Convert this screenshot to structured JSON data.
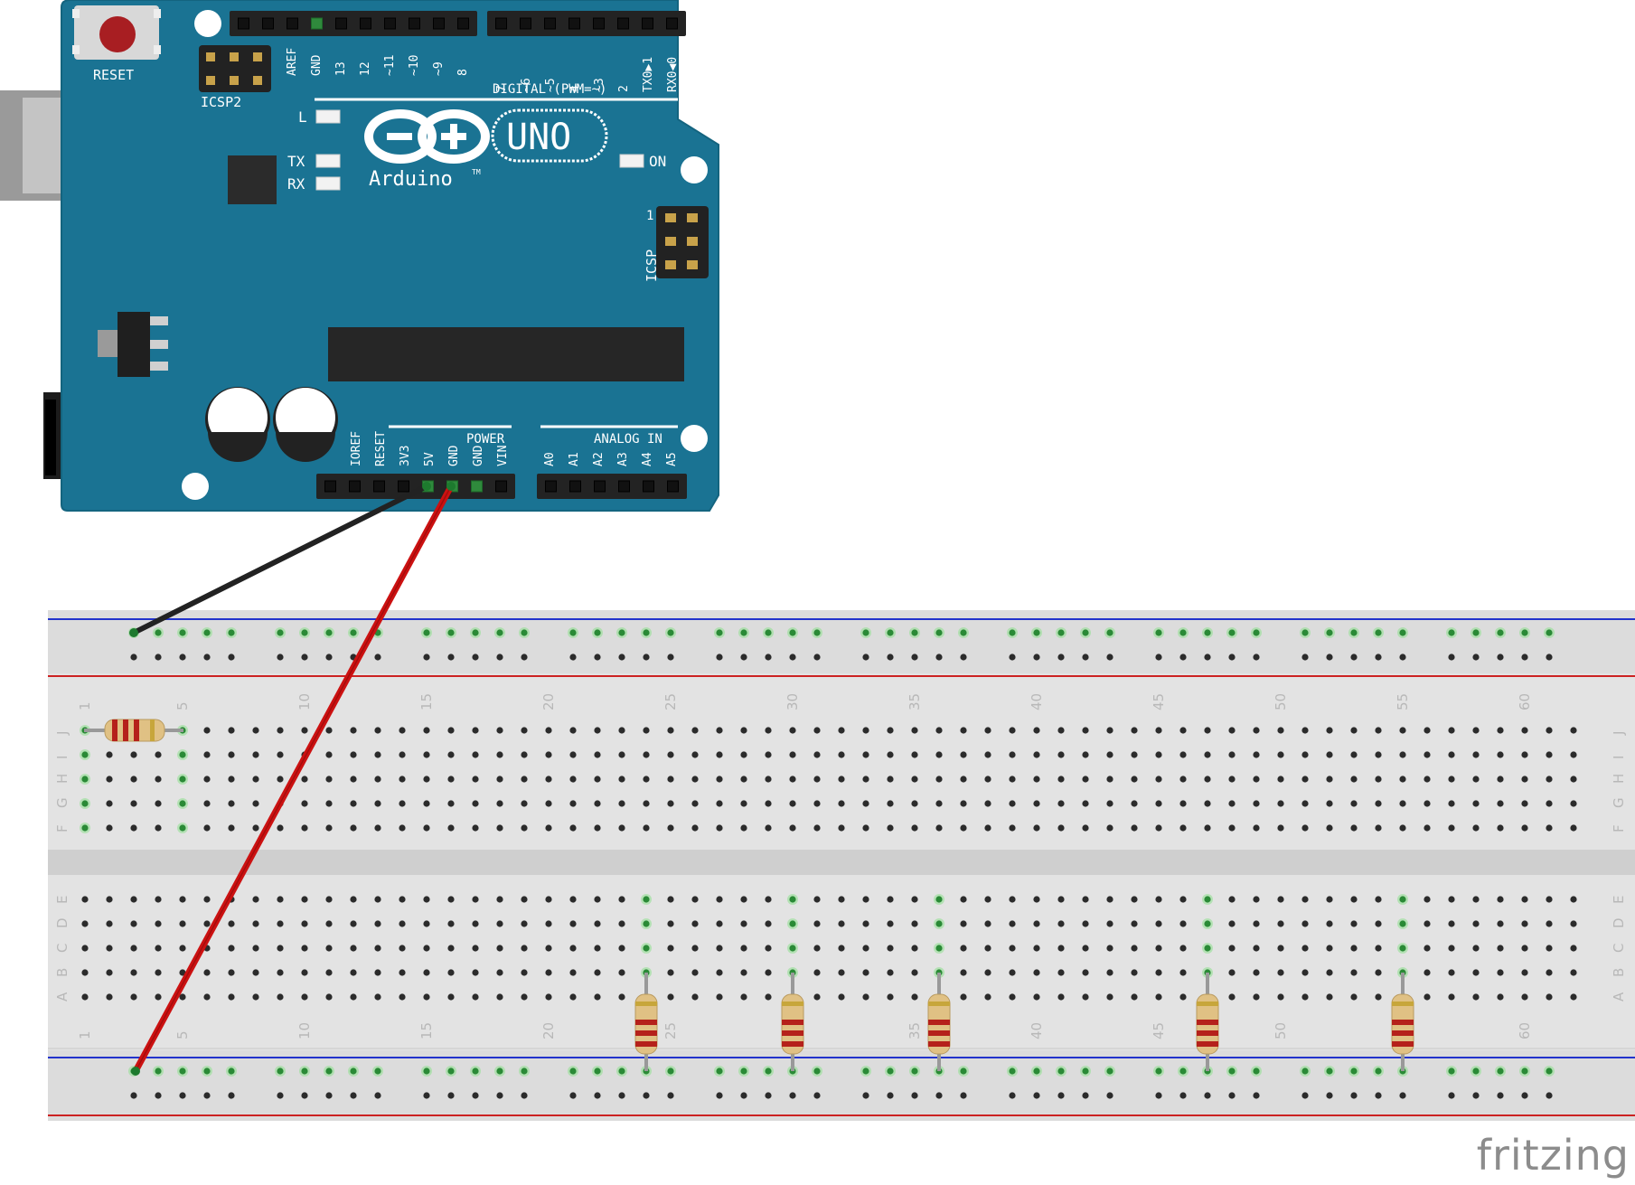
{
  "arduino": {
    "reset_label": "RESET",
    "icsp2_label": "ICSP2",
    "icsp_label": "ICSP",
    "icsp_pin1": "1",
    "digital_label": "DIGITAL (PWM=~)",
    "digital_pins_left": [
      "AREF",
      "GND",
      "13",
      "12",
      "~11",
      "~10",
      "~9",
      "8"
    ],
    "digital_pins_right": [
      "7",
      "~6",
      "~5",
      "4",
      "~3",
      "2",
      "TX0▶1",
      "RX0◀0"
    ],
    "led_l": "L",
    "led_tx": "TX",
    "led_rx": "RX",
    "led_on": "ON",
    "logo_text": "Arduino",
    "logo_tm": "TM",
    "model": "UNO",
    "power_label": "POWER",
    "power_pins": [
      "IOREF",
      "RESET",
      "3V3",
      "5V",
      "GND",
      "GND",
      "VIN"
    ],
    "analog_label": "ANALOG IN",
    "analog_pins": [
      "A0",
      "A1",
      "A2",
      "A3",
      "A4",
      "A5"
    ],
    "board_color": "#1a7393"
  },
  "breadboard": {
    "top_row_letters": [
      "J",
      "I",
      "H",
      "G",
      "F"
    ],
    "bottom_row_letters": [
      "E",
      "D",
      "C",
      "B",
      "A"
    ],
    "column_numbers": [
      "1",
      "5",
      "10",
      "15",
      "20",
      "25",
      "30",
      "35",
      "40",
      "45",
      "50",
      "55",
      "60"
    ]
  },
  "wires": {
    "black_color": "#222222",
    "red_color": "#cc1111"
  },
  "fritzing_logo": "fritzing"
}
